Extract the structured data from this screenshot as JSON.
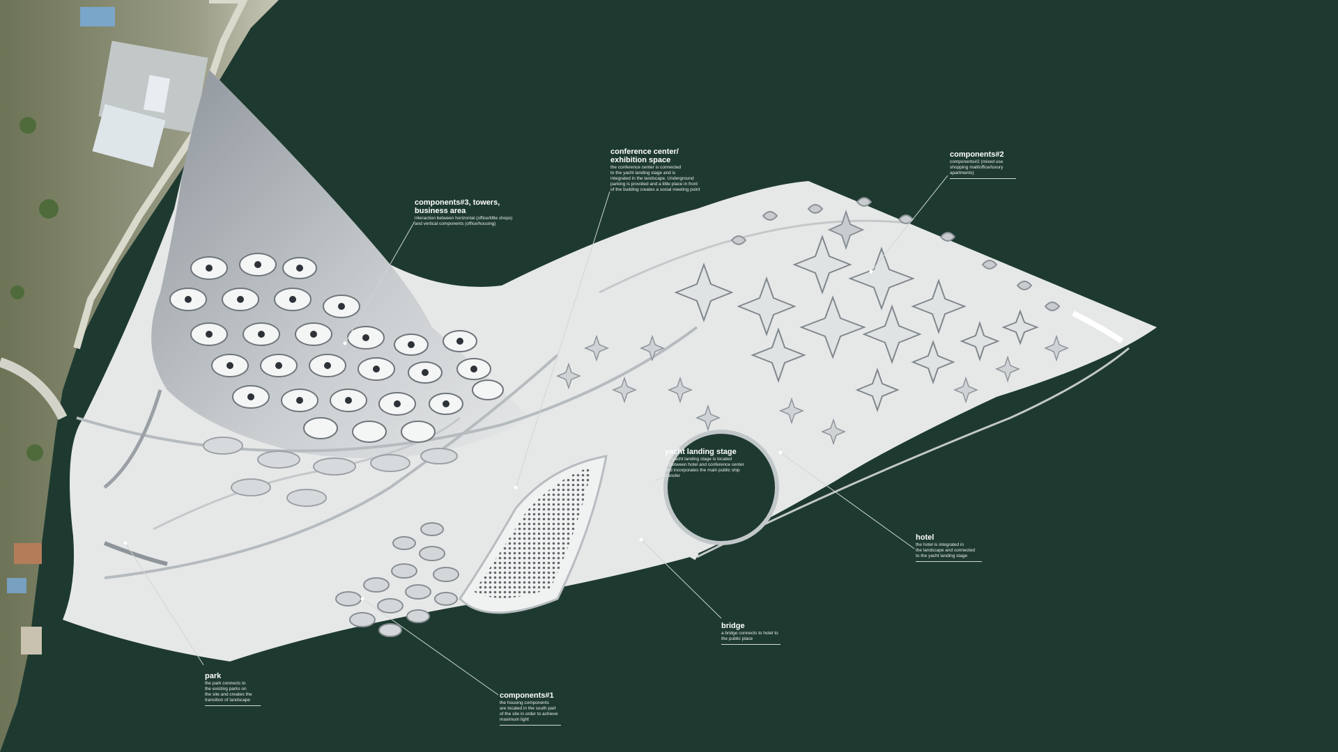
{
  "colors": {
    "sea": "#1e3a30",
    "structure": "#e6e8e8",
    "shadow": "#a4aaae",
    "coast_land": "#8b8f7a",
    "leader_line": "#cfd5d2",
    "label_text": "#ffffff"
  },
  "labels": [
    {
      "id": "conference",
      "title": "conference center/\nexhibition space",
      "desc": "the conference center is connected\nto the yacht landing stage and is\nintegrated in the landscape. Underground\nparking is provided and a little place in front\nof the building creates a social meeting point"
    },
    {
      "id": "components2",
      "title": "components#2",
      "desc": "components#2 (mixed use\nshopping mall/office/luxury\napartments)"
    },
    {
      "id": "components3",
      "title": "components#3, towers,\nbusiness area",
      "desc": "interaction between horizontal (office/little shops)\nand vertical components (office/housing)"
    },
    {
      "id": "yacht",
      "title": "yacht landing stage",
      "desc": "the yacht landing stage  is located\nin between hotel and conference center\nand incorporates the main public ship\ntransfer"
    },
    {
      "id": "hotel",
      "title": "hotel",
      "desc": "the hotel is integrated in\nthe landscape and connected\nto the yacht landing stage"
    },
    {
      "id": "bridge",
      "title": "bridge",
      "desc": "a bridge connects to hotel to\nthe public place"
    },
    {
      "id": "park",
      "title": "park",
      "desc": "the park connects to\nthe existing parks on\nthe site and creates the\ntransition of landscape"
    },
    {
      "id": "components1",
      "title": "components#1",
      "desc": "the housing components\nare located in the south part\nof the site in order to achieve\nmaximum light"
    }
  ]
}
